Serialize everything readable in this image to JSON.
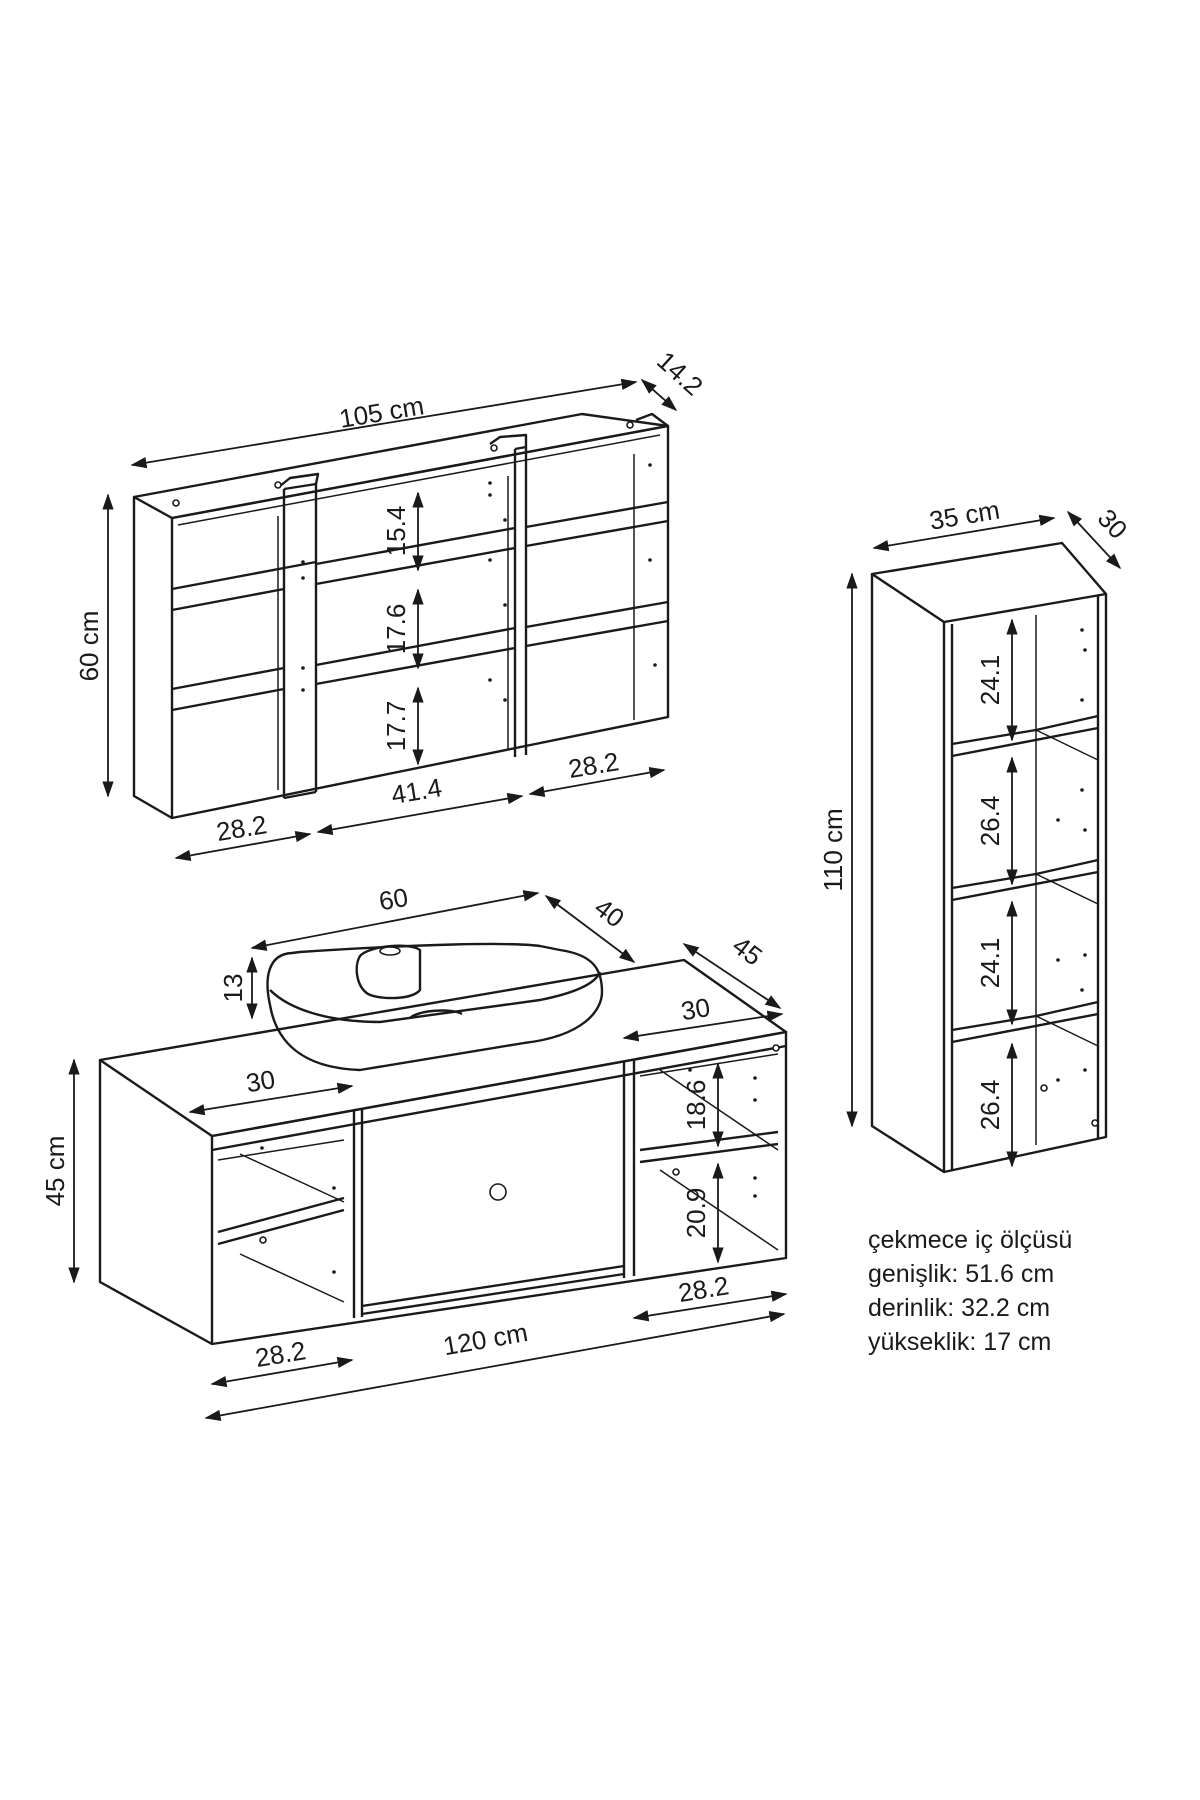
{
  "wall_shelf": {
    "width": "105 cm",
    "depth": "14.2",
    "height": "60 cm",
    "row_1": "15.4",
    "row_2": "17.6",
    "row_3": "17.7",
    "col_left": "28.2",
    "col_mid": "41.4",
    "col_right": "28.2"
  },
  "tall_cabinet": {
    "width": "35 cm",
    "depth": "30",
    "height": "110 cm",
    "shelf_1": "24.1",
    "shelf_2": "26.4",
    "shelf_3": "24.1",
    "shelf_4": "26.4"
  },
  "basin": {
    "width": "60",
    "depth": "40",
    "height": "13"
  },
  "vanity": {
    "depth": "45",
    "height": "45 cm",
    "width": "120 cm",
    "top_left_width": "30",
    "top_right_width": "30",
    "left_compartment": "28.2",
    "right_compartment": "28.2",
    "right_upper": "18.6",
    "right_lower": "20.9"
  },
  "drawer_note": {
    "title": "çekmece iç ölçüsü",
    "width": "genişlik: 51.6 cm",
    "depth": "derinlik: 32.2 cm",
    "height": "yükseklik: 17 cm"
  }
}
